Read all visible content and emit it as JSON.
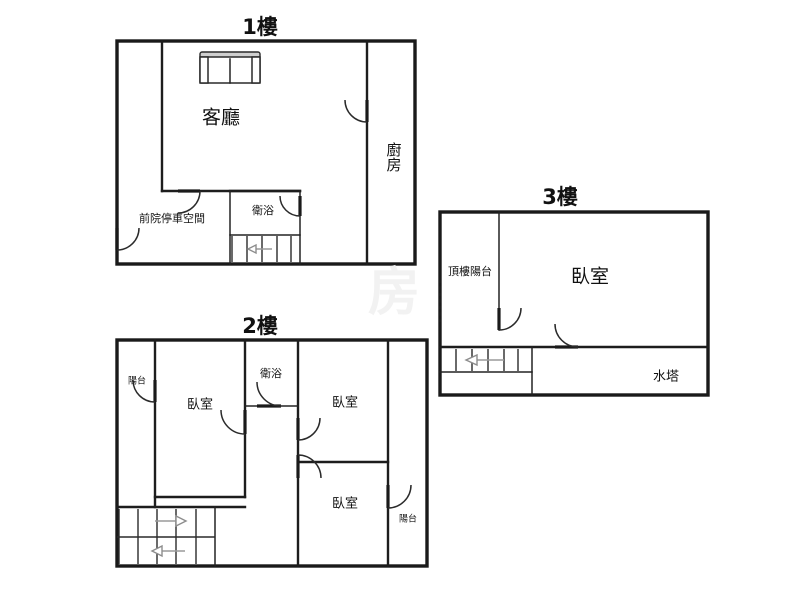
{
  "document": {
    "type": "residential-floor-plan",
    "language": "zh-Hant",
    "background_color": "#ffffff",
    "line_color": "#1a1a1a",
    "watermark_text": "房"
  },
  "floors": [
    {
      "id": "floor-1",
      "title": "1樓",
      "rooms": [
        {
          "key": "living",
          "label": "客廳"
        },
        {
          "key": "kitchen",
          "label": "廚房"
        },
        {
          "key": "bath",
          "label": "衛浴"
        },
        {
          "key": "parking",
          "label": "前院停車空間"
        }
      ],
      "furniture": [
        {
          "key": "sofa",
          "label": "sofa-icon"
        }
      ],
      "features": [
        {
          "key": "stairs",
          "label": "staircase"
        }
      ]
    },
    {
      "id": "floor-2",
      "title": "2樓",
      "rooms": [
        {
          "key": "bedroom-left",
          "label": "臥室"
        },
        {
          "key": "bedroom-right-top",
          "label": "臥室"
        },
        {
          "key": "bedroom-right-bottom",
          "label": "臥室"
        },
        {
          "key": "bath",
          "label": "衛浴"
        },
        {
          "key": "balcony-left",
          "label": "陽台"
        },
        {
          "key": "balcony-right",
          "label": "陽台"
        }
      ],
      "features": [
        {
          "key": "stairs",
          "label": "staircase"
        }
      ]
    },
    {
      "id": "floor-3",
      "title": "3樓",
      "rooms": [
        {
          "key": "bedroom",
          "label": "臥室"
        },
        {
          "key": "roof-balcony",
          "label": "頂樓陽台"
        },
        {
          "key": "water-tower",
          "label": "水塔"
        }
      ],
      "features": [
        {
          "key": "stairs",
          "label": "staircase"
        }
      ]
    }
  ]
}
